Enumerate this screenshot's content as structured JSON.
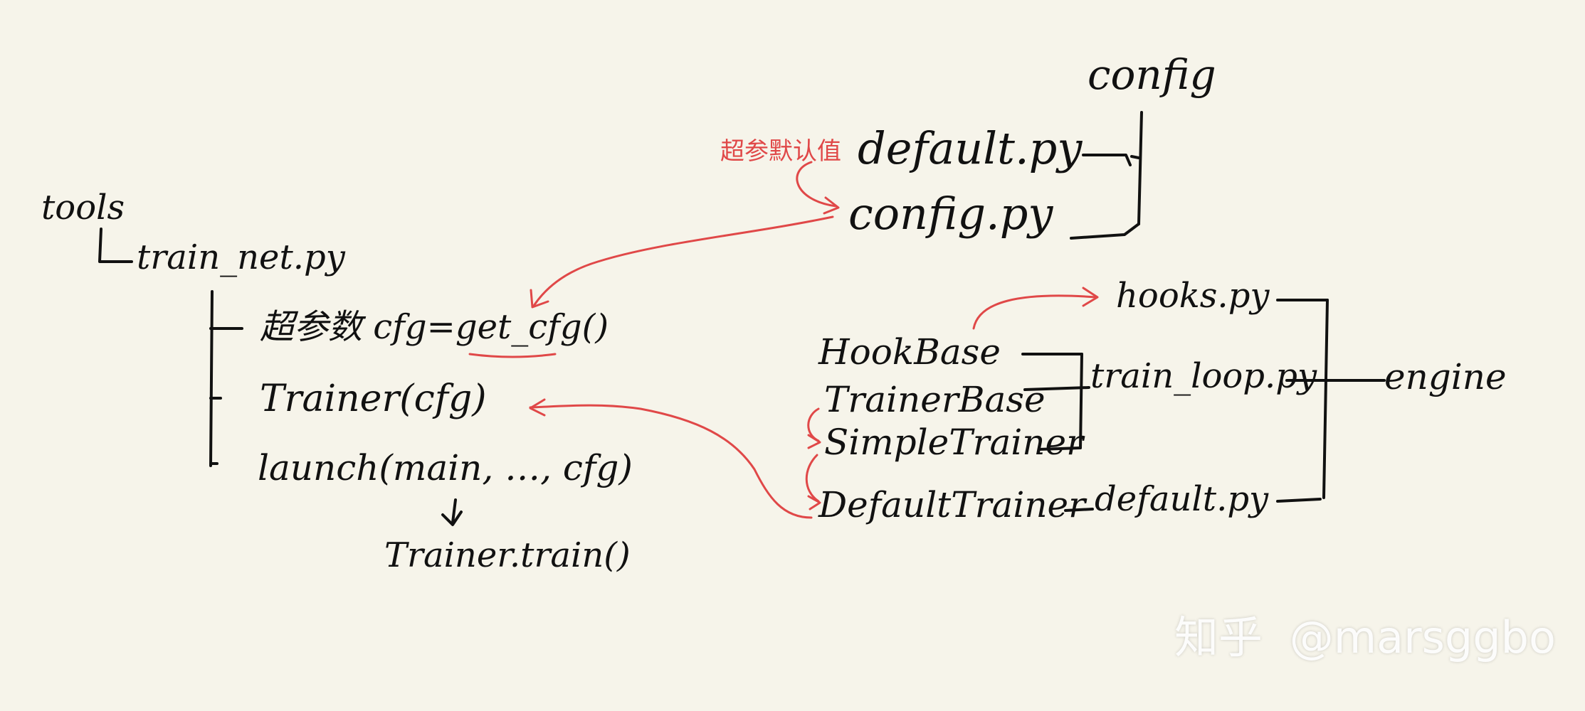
{
  "colors": {
    "background": "#f6f4ea",
    "ink": "#111111",
    "annotation_red": "#e04848"
  },
  "left_tree": {
    "root": "tools",
    "file": "train_net.py",
    "steps": {
      "hyperparams": "超参数 cfg=get_cfg()",
      "trainer": "Trainer(cfg)",
      "launch": "launch(main, …, cfg)"
    },
    "result": "Trainer.train()"
  },
  "config_group": {
    "label": "config",
    "files": {
      "default": "default.py",
      "config": "config.py"
    },
    "annotation": "超参默认值"
  },
  "engine_group": {
    "label": "engine",
    "files": {
      "hooks": "hooks.py",
      "train_loop": "train_loop.py",
      "default": "default.py"
    },
    "classes": {
      "hook_base": "HookBase",
      "trainer_base": "TrainerBase",
      "simple_trainer": "SimpleTrainer",
      "default_trainer": "DefaultTrainer"
    }
  },
  "watermark": {
    "site": "知乎",
    "handle": "@marsggbo"
  }
}
